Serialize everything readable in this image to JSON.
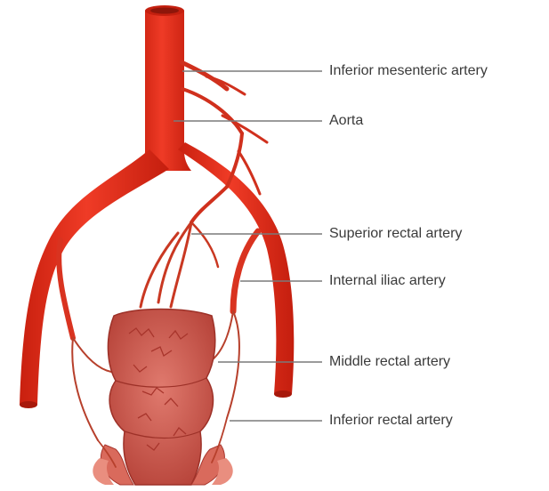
{
  "diagram": {
    "labels": [
      {
        "id": "inferior-mesenteric",
        "text": "Inferior mesenteric artery"
      },
      {
        "id": "aorta",
        "text": "Aorta"
      },
      {
        "id": "superior-rectal",
        "text": "Superior rectal artery"
      },
      {
        "id": "internal-iliac",
        "text": "Internal iliac artery"
      },
      {
        "id": "middle-rectal",
        "text": "Middle rectal artery"
      },
      {
        "id": "inferior-rectal",
        "text": "Inferior rectal artery"
      }
    ],
    "colors": {
      "artery": "#e5321e",
      "artery_dark": "#b8200f",
      "vessel_small": "#c23a24",
      "rectum": "#d4655a",
      "rectum_dark": "#a9362f",
      "leader_line": "#7a7a7a",
      "text": "#3a3a3a"
    }
  }
}
